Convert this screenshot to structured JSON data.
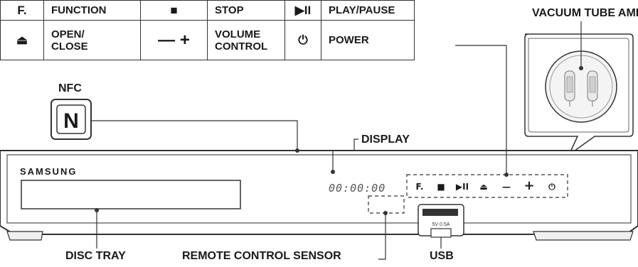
{
  "legend": {
    "rows": [
      [
        {
          "symbol": "F.",
          "label": "FUNCTION"
        },
        {
          "symbol": "■",
          "label": "STOP"
        },
        {
          "symbol": "▶II",
          "label": "PLAY/PAUSE"
        }
      ],
      [
        {
          "symbol": "⏏",
          "label": "OPEN/\nCLOSE"
        },
        {
          "symbol": "— +",
          "label": "VOLUME\nCONTROL"
        },
        {
          "symbol": "⏻",
          "label": "POWER"
        }
      ]
    ]
  },
  "callouts": {
    "vacuum_tube_amp": "VACUUM TUBE AMP",
    "nfc": "NFC",
    "display": "DISPLAY",
    "disc_tray": "DISC TRAY",
    "remote_sensor": "REMOTE CONTROL SENSOR",
    "usb": "USB"
  },
  "device": {
    "brand": "SAMSUNG",
    "display_readout": "00:00:00",
    "usb_port_text": "5V 0.5A",
    "nfc_logo": "N",
    "buttons": [
      {
        "icon": "function-icon",
        "glyph": "F."
      },
      {
        "icon": "stop-icon",
        "glyph": "■"
      },
      {
        "icon": "play-pause-icon",
        "glyph": "▶II"
      },
      {
        "icon": "eject-icon",
        "glyph": "⏏"
      },
      {
        "icon": "volume-down-icon",
        "glyph": "—"
      },
      {
        "icon": "volume-up-icon",
        "glyph": "+"
      },
      {
        "icon": "power-icon",
        "glyph": "⏻"
      }
    ]
  }
}
